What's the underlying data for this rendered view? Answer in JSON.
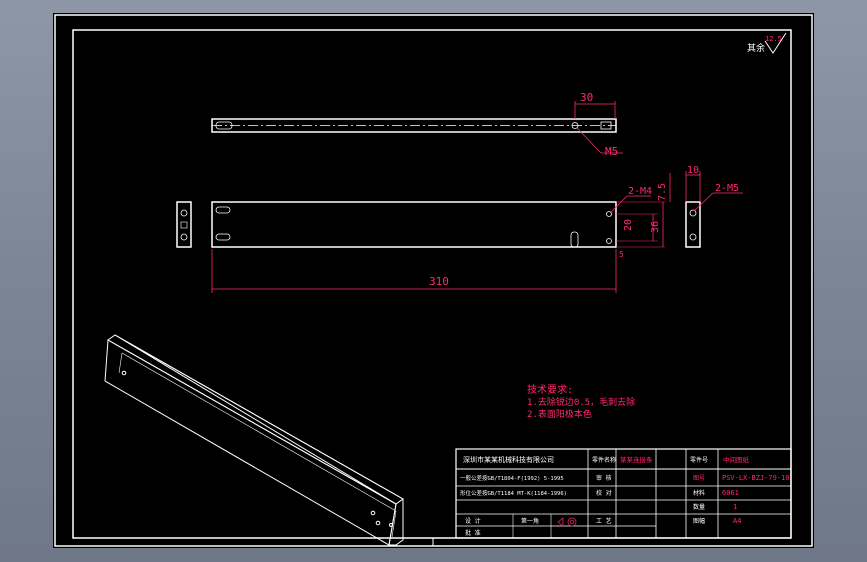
{
  "drawing": {
    "roughness_label": "其余",
    "roughness_value": "12.5",
    "dims": {
      "top_30": "30",
      "top_m5": "M5",
      "len_310": "310",
      "h_20": "20",
      "h_36": "36",
      "h_75": "7.5",
      "w_10": "10",
      "hole_2m4": "2-M4",
      "hole_2m5": "2-M5",
      "small_5": "5"
    },
    "notes": {
      "title": "技术要求:",
      "line1": "1.去除锐边0.5，毛刺去除",
      "line2": "2.表面阳极本色"
    }
  },
  "title_block": {
    "company": "深圳市某某机械科技有限公司",
    "row2_left": "一般公差按GB/T1804-F(1992) 5-1995",
    "row3_left": "形位公差按GB/T1184 MT-K(1184-1996)",
    "scale": "第一角",
    "c_design": "设 计",
    "c_check": "审 核",
    "c_std": "校 对",
    "c_approve": "批 准",
    "c_process": "工 艺",
    "part_name_label": "零件名称",
    "part_name": "某某连接条",
    "drawing_no_label": "零件号",
    "drawing_no_value": "中间图纸",
    "code_label": "图号",
    "code": "PSV-LX-BZJ-79-10",
    "material_label": "材料",
    "material": "6061",
    "qty_label": "数量",
    "qty": "1",
    "size_label": "图幅",
    "size": "A4"
  }
}
